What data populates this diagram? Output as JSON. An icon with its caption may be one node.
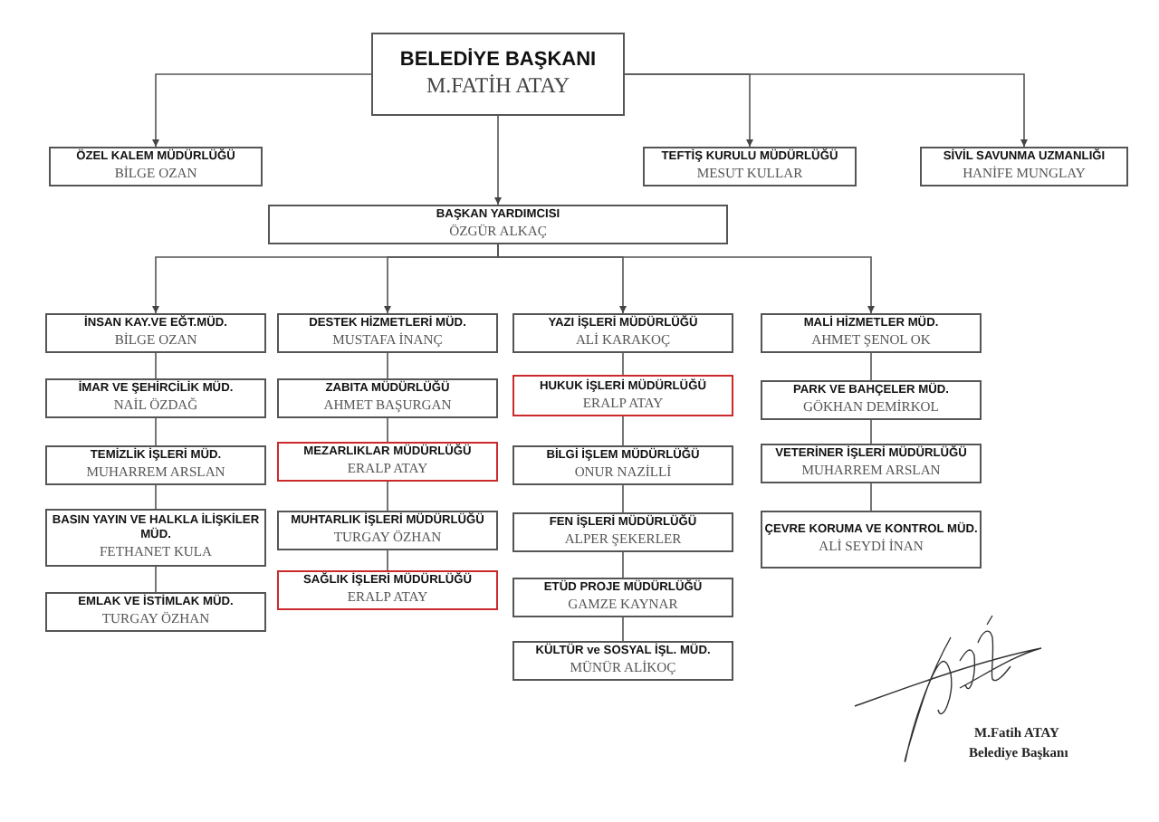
{
  "diagram": {
    "nodes": [
      {
        "text": [
          "BELEDİYE BAŞKANI",
          "M.FATİH ATAY"
        ]
      },
      {
        "text": [
          "ÖZEL KALEM MÜDÜRLÜĞÜ",
          "BİLGE OZAN"
        ]
      },
      {
        "text": [
          "TEFTİŞ KURULU MÜDÜRLÜĞÜ",
          "MESUT KULLAR"
        ]
      },
      {
        "text": [
          "SİVİL SAVUNMA UZMANLIĞI",
          "HANİFE MUNGLAY"
        ]
      },
      {
        "text": [
          "BAŞKAN YARDIMCISI",
          "ÖZGÜR ALKAÇ"
        ]
      },
      {
        "text": [
          "İNSAN KAY.VE EĞT.MÜD.",
          "BİLGE OZAN"
        ]
      },
      {
        "text": [
          "İMAR VE ŞEHİRCİLİK MÜD.",
          "NAİL ÖZDAĞ"
        ]
      },
      {
        "text": [
          "TEMİZLİK İŞLERİ MÜD.",
          "MUHARREM ARSLAN"
        ]
      },
      {
        "text": [
          "BASIN YAYIN VE HALKLA İLİŞKİLER MÜD.",
          "FETHANET KULA"
        ]
      },
      {
        "text": [
          "EMLAK VE İSTİMLAK MÜD.",
          "TURGAY ÖZHAN"
        ]
      },
      {
        "text": [
          "DESTEK HİZMETLERİ MÜD.",
          "MUSTAFA İNANÇ"
        ]
      },
      {
        "text": [
          "ZABITA MÜDÜRLÜĞÜ",
          "AHMET BAŞURGAN"
        ]
      },
      {
        "text": [
          "MEZARLIKLAR MÜDÜRLÜĞÜ",
          "ERALP ATAY"
        ]
      },
      {
        "text": [
          "MUHTARLIK İŞLERİ MÜDÜRLÜĞÜ",
          "TURGAY ÖZHAN"
        ]
      },
      {
        "text": [
          "SAĞLIK İŞLERİ MÜDÜRLÜĞÜ",
          "ERALP ATAY"
        ]
      },
      {
        "text": [
          "YAZI İŞLERİ MÜDÜRLÜĞÜ",
          "ALİ KARAKOÇ"
        ]
      },
      {
        "text": [
          "HUKUK İŞLERİ MÜDÜRLÜĞÜ",
          "ERALP ATAY"
        ]
      },
      {
        "text": [
          "BİLGİ İŞLEM MÜDÜRLÜĞÜ",
          "ONUR NAZİLLİ"
        ]
      },
      {
        "text": [
          "FEN İŞLERİ MÜDÜRLÜĞÜ",
          "ALPER ŞEKERLER"
        ]
      },
      {
        "text": [
          "ETÜD PROJE MÜDÜRLÜĞÜ",
          "GAMZE KAYNAR"
        ]
      },
      {
        "text": [
          "KÜLTÜR ve SOSYAL İŞL. MÜD.",
          "MÜNÜR ALİKOÇ"
        ]
      },
      {
        "text": [
          "MALİ HİZMETLER MÜD.",
          "AHMET ŞENOL OK"
        ]
      },
      {
        "text": [
          "PARK VE BAHÇELER MÜD.",
          "GÖKHAN DEMİRKOL"
        ]
      },
      {
        "text": [
          "VETERİNER İŞLERİ MÜDÜRLÜĞÜ",
          "MUHARREM ARSLAN"
        ]
      },
      {
        "text": [
          "ÇEVRE KORUMA VE KONTROL MÜD.",
          "ALİ SEYDİ İNAN"
        ]
      }
    ],
    "edges": [
      {
        "from": 0,
        "to": 1,
        "arrow": "to"
      },
      {
        "from": 0,
        "to": 2,
        "arrow": "to"
      },
      {
        "from": 0,
        "to": 3,
        "arrow": "to"
      },
      {
        "from": 0,
        "to": 4,
        "arrow": "to"
      },
      {
        "from": 4,
        "to": 5,
        "arrow": "to"
      },
      {
        "from": 4,
        "to": 10,
        "arrow": "to"
      },
      {
        "from": 4,
        "to": 15,
        "arrow": "to"
      },
      {
        "from": 4,
        "to": 21,
        "arrow": "to"
      },
      {
        "from": 5,
        "to": 6,
        "arrow": "none"
      },
      {
        "from": 6,
        "to": 7,
        "arrow": "none"
      },
      {
        "from": 7,
        "to": 8,
        "arrow": "none"
      },
      {
        "from": 8,
        "to": 9,
        "arrow": "none"
      },
      {
        "from": 10,
        "to": 11,
        "arrow": "none"
      },
      {
        "from": 11,
        "to": 12,
        "arrow": "none"
      },
      {
        "from": 12,
        "to": 13,
        "arrow": "none"
      },
      {
        "from": 13,
        "to": 14,
        "arrow": "none"
      },
      {
        "from": 15,
        "to": 16,
        "arrow": "none"
      },
      {
        "from": 16,
        "to": 17,
        "arrow": "none"
      },
      {
        "from": 17,
        "to": 18,
        "arrow": "none"
      },
      {
        "from": 18,
        "to": 19,
        "arrow": "none"
      },
      {
        "from": 19,
        "to": 20,
        "arrow": "none"
      },
      {
        "from": 21,
        "to": 22,
        "arrow": "none"
      },
      {
        "from": 22,
        "to": 23,
        "arrow": "none"
      },
      {
        "from": 23,
        "to": 24,
        "arrow": "none"
      }
    ],
    "labels": [
      "M.Fatih ATAY",
      "Belediye Başkanı"
    ]
  }
}
